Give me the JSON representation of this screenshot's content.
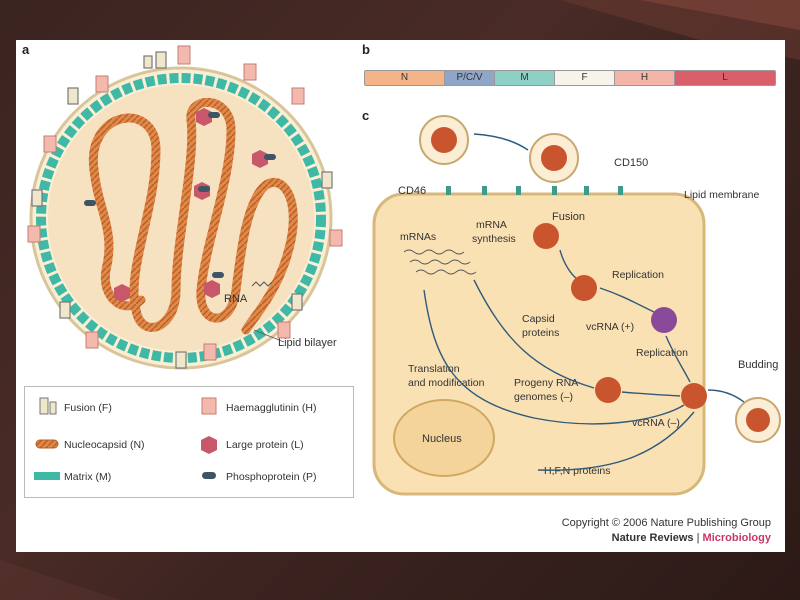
{
  "panel_labels": {
    "a": "a",
    "b": "b",
    "c": "c"
  },
  "genome_segments": [
    {
      "label": "N",
      "color": "#f2b488"
    },
    {
      "label": "P/C/V",
      "color": "#8fa6c8"
    },
    {
      "label": "M",
      "color": "#8fd0c4"
    },
    {
      "label": "F",
      "color": "#f7f3ea"
    },
    {
      "label": "H",
      "color": "#f3b5a8"
    },
    {
      "label": "L",
      "color": "#d9606a"
    }
  ],
  "virion_labels": {
    "rna": "RNA",
    "lipid_bilayer": "Lipid bilayer"
  },
  "legend": {
    "fusion": "Fusion (F)",
    "haemagglutinin": "Haemagglutinin (H)",
    "nucleocapsid": "Nucleocapsid (N)",
    "large_protein": "Large protein (L)",
    "matrix": "Matrix (M)",
    "phosphoprotein": "Phosphoprotein (P)"
  },
  "cycle_labels": {
    "cd150": "CD150",
    "cd46": "CD46",
    "lipid_membrane": "Lipid membrane",
    "fusion": "Fusion",
    "mrnas": "mRNAs",
    "mrna_synthesis_1": "mRNA",
    "mrna_synthesis_2": "synthesis",
    "replication_1": "Replication",
    "capsid_1": "Capsid",
    "capsid_2": "proteins",
    "vcrna_plus": "vcRNA (+)",
    "replication_2": "Replication",
    "translation_1": "Translation",
    "translation_2": "and modification",
    "progeny_1": "Progeny RNA",
    "progeny_2": "genomes (–)",
    "budding": "Budding",
    "vcrna_minus": "vcRNA (–)",
    "nucleus": "Nucleus",
    "hfn": "H,F,N proteins"
  },
  "copyright": {
    "line1": "Copyright © 2006 Nature Publishing Group",
    "journal": "Nature Reviews",
    "separator": " | ",
    "section": "Microbiology"
  }
}
